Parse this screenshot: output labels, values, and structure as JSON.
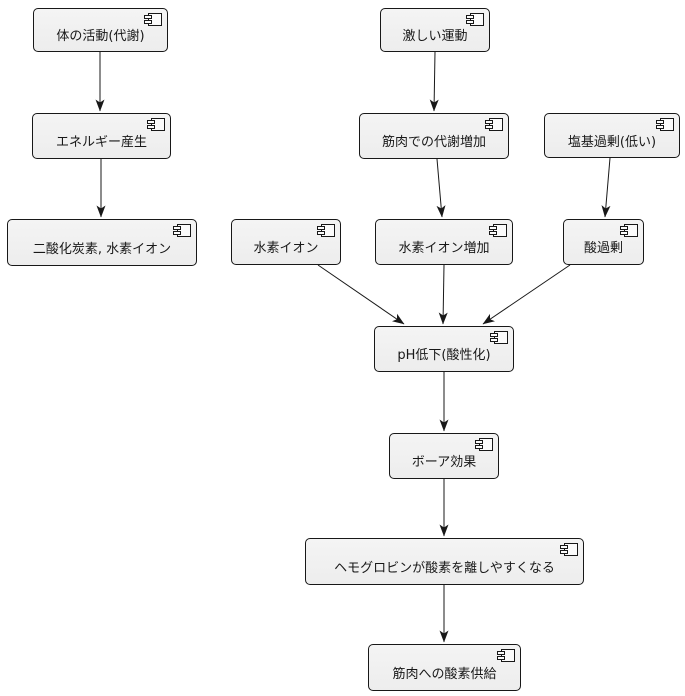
{
  "diagram": {
    "background_color": "#ffffff",
    "node_fill_color": "#f1f1f1",
    "node_border_color": "#181818",
    "text_color": "#181818",
    "arrow_color": "#181818",
    "nodes": [
      {
        "id": "body-activity",
        "label": "体の活動(代謝)"
      },
      {
        "id": "intense-exercise",
        "label": "激しい運動"
      },
      {
        "id": "energy-production",
        "label": "エネルギー産生"
      },
      {
        "id": "muscle-metabolism-increase",
        "label": "筋肉での代謝増加"
      },
      {
        "id": "base-excess-low",
        "label": "塩基過剰(低い)"
      },
      {
        "id": "co2-hydrogen-ion",
        "label": "二酸化炭素, 水素イオン"
      },
      {
        "id": "hydrogen-ion",
        "label": "水素イオン"
      },
      {
        "id": "hydrogen-ion-increase",
        "label": "水素イオン増加"
      },
      {
        "id": "acid-excess",
        "label": "酸過剰"
      },
      {
        "id": "ph-drop",
        "label": "pH低下(酸性化)"
      },
      {
        "id": "bohr-effect",
        "label": "ボーア効果"
      },
      {
        "id": "hemoglobin-releases-oxygen",
        "label": "ヘモグロビンが酸素を離しやすくなる"
      },
      {
        "id": "oxygen-supply-to-muscle",
        "label": "筋肉への酸素供給"
      }
    ],
    "edges": [
      {
        "from": "body-activity",
        "to": "energy-production"
      },
      {
        "from": "energy-production",
        "to": "co2-hydrogen-ion"
      },
      {
        "from": "intense-exercise",
        "to": "muscle-metabolism-increase"
      },
      {
        "from": "muscle-metabolism-increase",
        "to": "hydrogen-ion-increase"
      },
      {
        "from": "base-excess-low",
        "to": "acid-excess"
      },
      {
        "from": "hydrogen-ion",
        "to": "ph-drop"
      },
      {
        "from": "hydrogen-ion-increase",
        "to": "ph-drop"
      },
      {
        "from": "acid-excess",
        "to": "ph-drop"
      },
      {
        "from": "ph-drop",
        "to": "bohr-effect"
      },
      {
        "from": "bohr-effect",
        "to": "hemoglobin-releases-oxygen"
      },
      {
        "from": "hemoglobin-releases-oxygen",
        "to": "oxygen-supply-to-muscle"
      }
    ]
  }
}
